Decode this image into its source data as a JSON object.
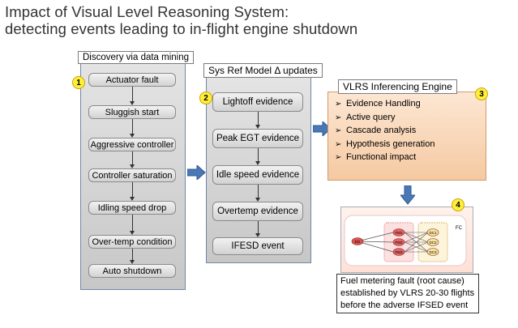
{
  "title": {
    "line1": "Impact of Visual Level Reasoning System:",
    "line2": "detecting events leading to in-flight engine shutdown"
  },
  "discovery": {
    "label": "Discovery via data mining",
    "badge": "1",
    "steps": [
      "Actuator fault",
      "Sluggish start",
      "Aggressive controller",
      "Controller saturation",
      "Idling speed drop",
      "Over-temp condition",
      "Auto shutdown"
    ]
  },
  "sysref": {
    "label": "Sys Ref Model Δ updates",
    "badge": "2",
    "steps": [
      "Lightoff evidence",
      "Peak EGT evidence",
      "Idle speed evidence",
      "Overtemp evidence",
      "IFESD event"
    ]
  },
  "engine": {
    "label": "VLRS Inferencing Engine",
    "badge": "3",
    "items": [
      "Evidence Handling",
      "Active query",
      "Cascade analysis",
      "Hypothesis generation",
      "Functional impact"
    ]
  },
  "diagram": {
    "badge": "4",
    "fc_label": "FC",
    "root_node": "DG",
    "fm_nodes": [
      "FM1",
      "FM2",
      "FM3"
    ],
    "dc_nodes": [
      "DC1",
      "DC2",
      "DC3"
    ]
  },
  "caption": {
    "text": "Fuel metering fault (root cause) established by VLRS 20-30 flights before the adverse IFSED event"
  },
  "colors": {
    "panel_border": "#6f87a8",
    "arrow_blue": "#4a78b5",
    "badge_yellow": "#ffef3a",
    "engine_fill": "#f8d5b5",
    "node_red": "#c0392b"
  }
}
